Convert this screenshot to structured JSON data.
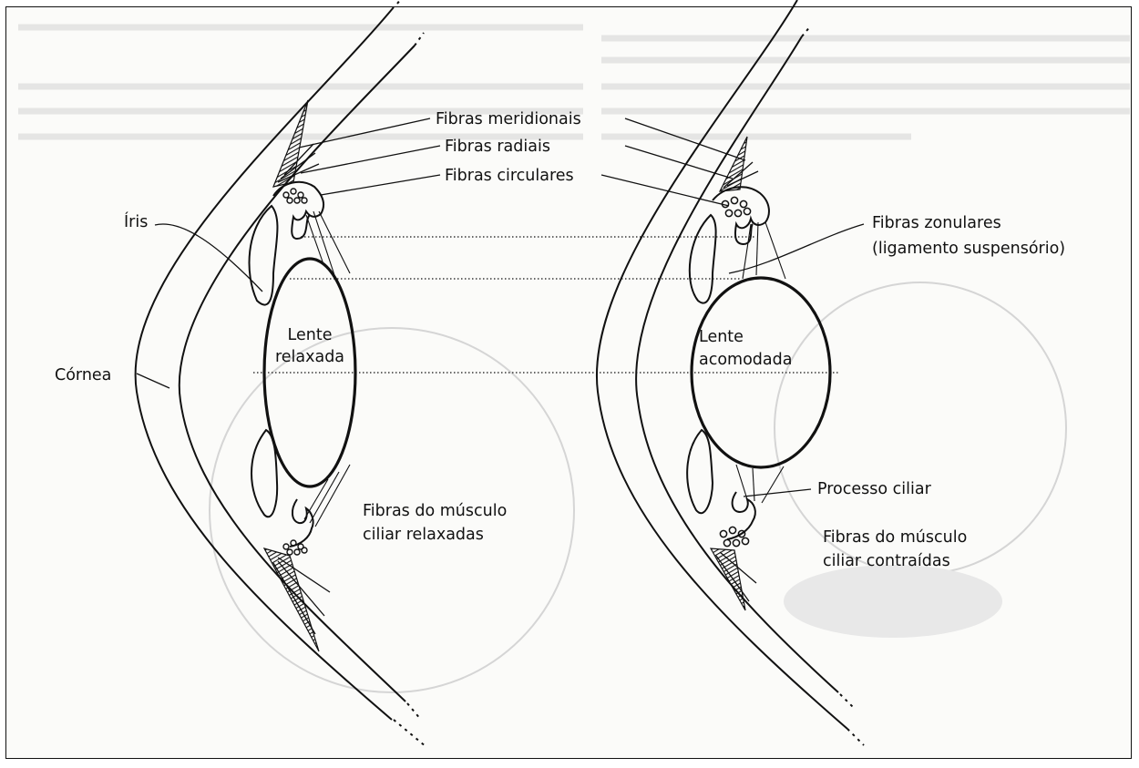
{
  "colors": {
    "ink": "#111111",
    "paper": "#fbfbf9",
    "ghost": "#c9c9c9"
  },
  "labels": {
    "fibras_meridionais": "Fibras meridionais",
    "fibras_radiais": "Fibras radiais",
    "fibras_circulares": "Fibras circulares",
    "iris": "Íris",
    "fibras_zonulares": "Fibras zonulares",
    "ligamento_suspensorio": "(ligamento suspensório)",
    "cornea": "Córnea",
    "lente_relaxada_1": "Lente",
    "lente_relaxada_2": "relaxada",
    "lente_acomodada_1": "Lente",
    "lente_acomodada_2": "acomodada",
    "processo_ciliar": "Processo ciliar",
    "musculo_relaxadas_1": "Fibras do músculo",
    "musculo_relaxadas_2": "ciliar relaxadas",
    "musculo_contraidas_1": "Fibras do músculo",
    "musculo_contraidas_2": "ciliar contraídas"
  }
}
